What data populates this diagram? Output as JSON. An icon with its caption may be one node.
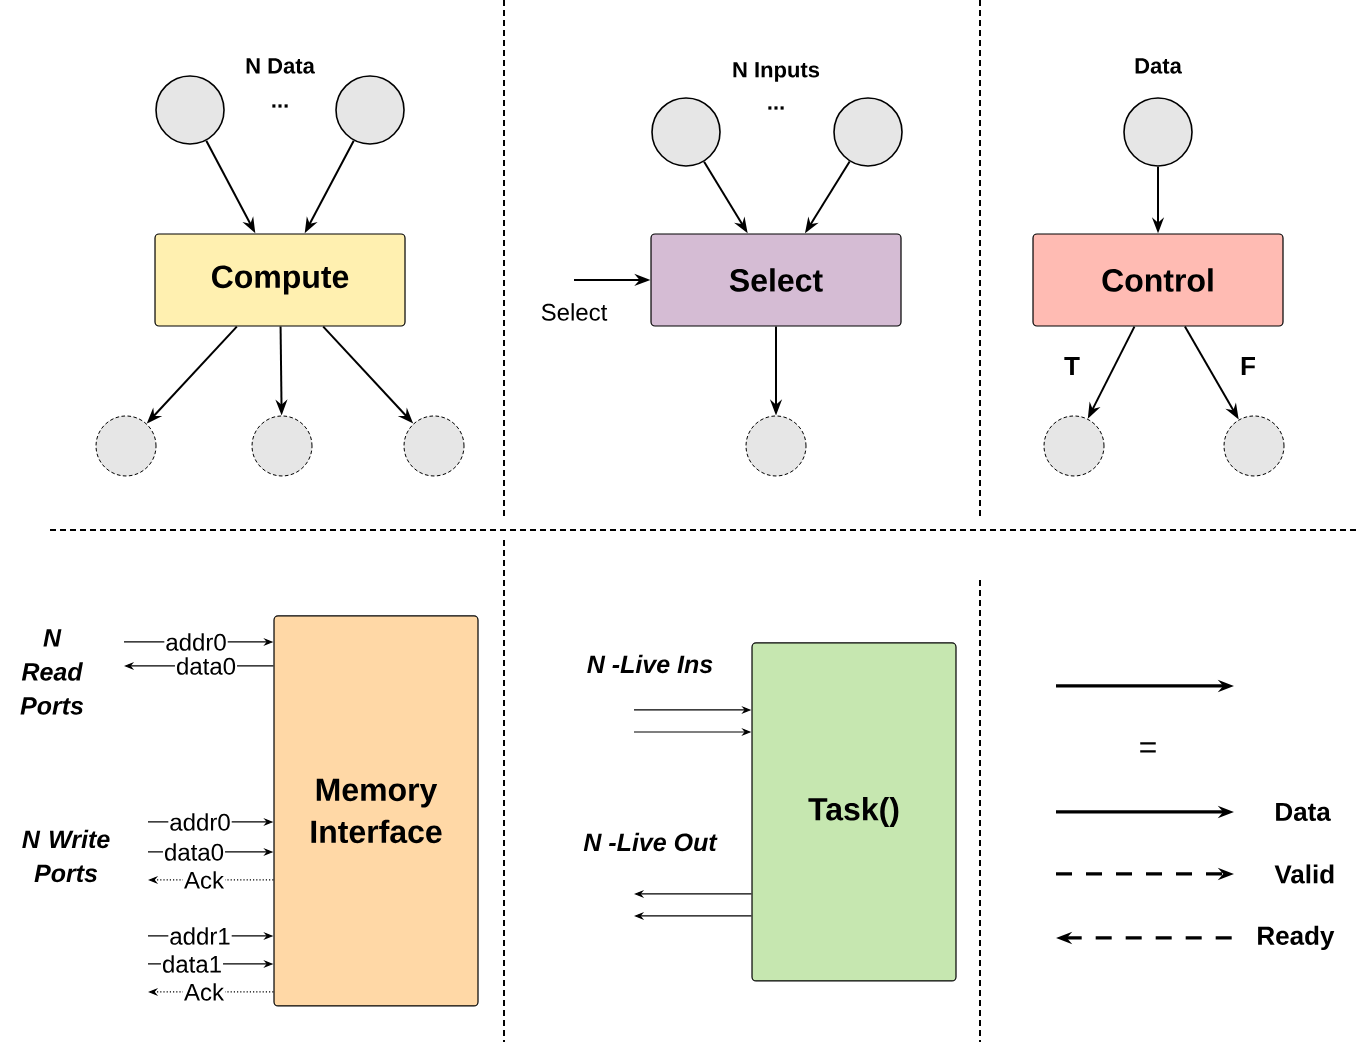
{
  "diagram": {
    "nodes": [
      {
        "text": [],
        "shape": "circle"
      },
      {
        "text": [],
        "shape": "circle"
      },
      {
        "text": [
          "Compute"
        ]
      },
      {
        "text": [],
        "shape": "circle"
      },
      {
        "text": [],
        "shape": "circle"
      },
      {
        "text": [],
        "shape": "circle"
      },
      {
        "text": [],
        "shape": "circle"
      },
      {
        "text": [],
        "shape": "circle"
      },
      {
        "text": [
          "Select"
        ]
      },
      {
        "text": [
          "Select"
        ]
      },
      {
        "text": [],
        "shape": "circle"
      },
      {
        "text": [],
        "shape": "circle"
      },
      {
        "text": [
          "Control"
        ]
      },
      {
        "text": [],
        "shape": "circle"
      },
      {
        "text": [],
        "shape": "circle"
      },
      {
        "text": [
          "Memory Interface"
        ]
      },
      {
        "text": [
          "Task()"
        ]
      }
    ],
    "edges": [
      {
        "from": 0,
        "to": 2,
        "arrow": "to"
      },
      {
        "from": 1,
        "to": 2,
        "arrow": "to"
      },
      {
        "from": 2,
        "to": 3,
        "arrow": "to"
      },
      {
        "from": 2,
        "to": 4,
        "arrow": "to"
      },
      {
        "from": 2,
        "to": 5,
        "arrow": "to"
      },
      {
        "from": 6,
        "to": 8,
        "arrow": "to"
      },
      {
        "from": 7,
        "to": 8,
        "arrow": "to"
      },
      {
        "from": 9,
        "to": 8,
        "arrow": "to"
      },
      {
        "from": 8,
        "to": 10,
        "arrow": "to"
      },
      {
        "from": 11,
        "to": 12,
        "arrow": "to"
      },
      {
        "from": 12,
        "to": 13,
        "arrow": "to",
        "label": "T"
      },
      {
        "from": 12,
        "to": 14,
        "arrow": "to",
        "label": "F"
      },
      {
        "from": null,
        "to": 15,
        "arrow": "to",
        "label": "addr0"
      },
      {
        "from": 15,
        "to": null,
        "arrow": "to",
        "label": "data0"
      },
      {
        "from": null,
        "to": 15,
        "arrow": "to",
        "label": "addr0"
      },
      {
        "from": null,
        "to": 15,
        "arrow": "to",
        "label": "data0"
      },
      {
        "from": 15,
        "to": null,
        "arrow": "to",
        "label": "Ack",
        "style": "dashed"
      },
      {
        "from": null,
        "to": 15,
        "arrow": "to",
        "label": "addr1"
      },
      {
        "from": null,
        "to": 15,
        "arrow": "to",
        "label": "data1"
      },
      {
        "from": 15,
        "to": null,
        "arrow": "to",
        "label": "Ack",
        "style": "dashed"
      },
      {
        "from": null,
        "to": 16,
        "arrow": "to"
      },
      {
        "from": null,
        "to": 16,
        "arrow": "to"
      },
      {
        "from": 16,
        "to": null,
        "arrow": "to"
      },
      {
        "from": 16,
        "to": null,
        "arrow": "to"
      }
    ],
    "labels": [
      "N Data",
      "...",
      "N Inputs",
      "...",
      "Data",
      "N Read Ports",
      "N Write Ports",
      "N -Live Ins",
      "N -Live Out",
      "="
    ],
    "legend": [
      {
        "text": "Data"
      },
      {
        "text": "Valid"
      },
      {
        "text": "Ready"
      }
    ]
  }
}
